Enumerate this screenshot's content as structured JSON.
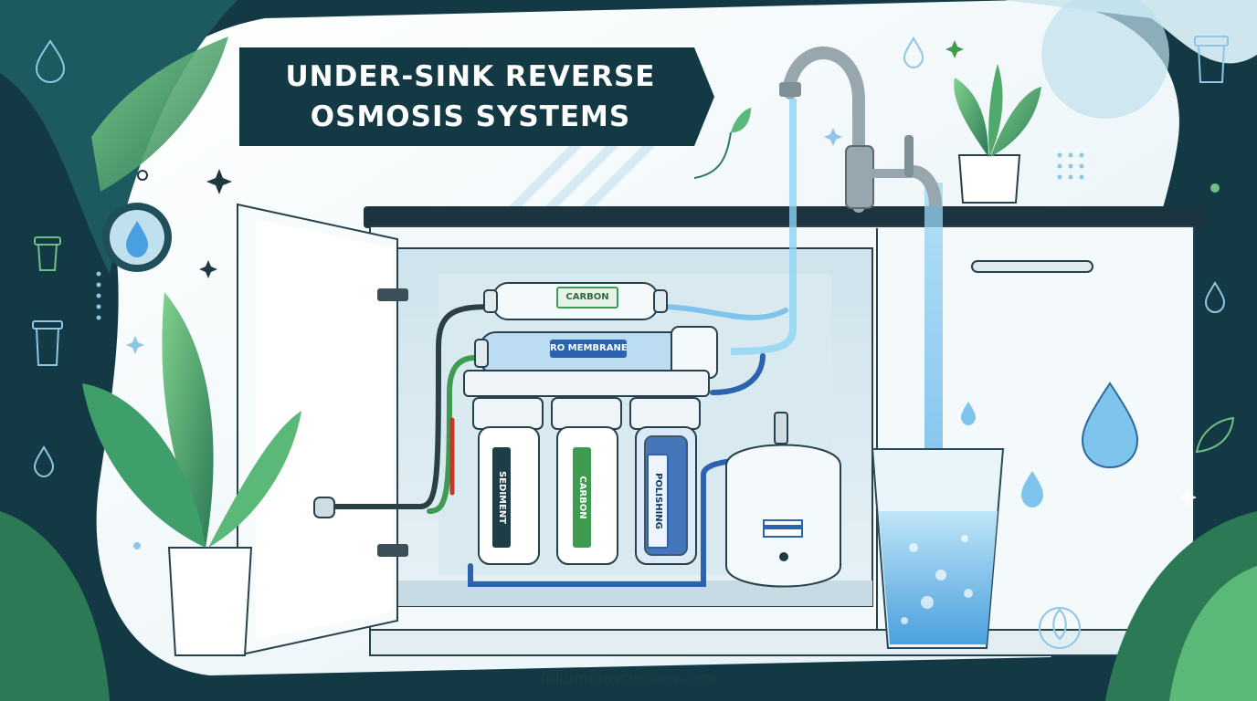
{
  "banner": {
    "title_line1": "UNDER-SINK REVERSE",
    "title_line2": "OSMOSIS SYSTEMS"
  },
  "filters": {
    "top_housing_label": "CARBON",
    "membrane_label": "RO MEMBRANE",
    "canister_labels": [
      "SEDIMENT",
      "CARBON",
      "POLISHING"
    ]
  },
  "footer": {
    "website": "foliumbiosciences.com"
  },
  "colors": {
    "navy": "#133a44",
    "accent_blue": "#2b63b0",
    "leaf_green": "#3e9b4f",
    "water_blue": "#7fc4ec"
  },
  "icons": [
    "water-drop-icon",
    "filter-cartridge-icon",
    "leaf-icon",
    "sparkle-icon"
  ]
}
